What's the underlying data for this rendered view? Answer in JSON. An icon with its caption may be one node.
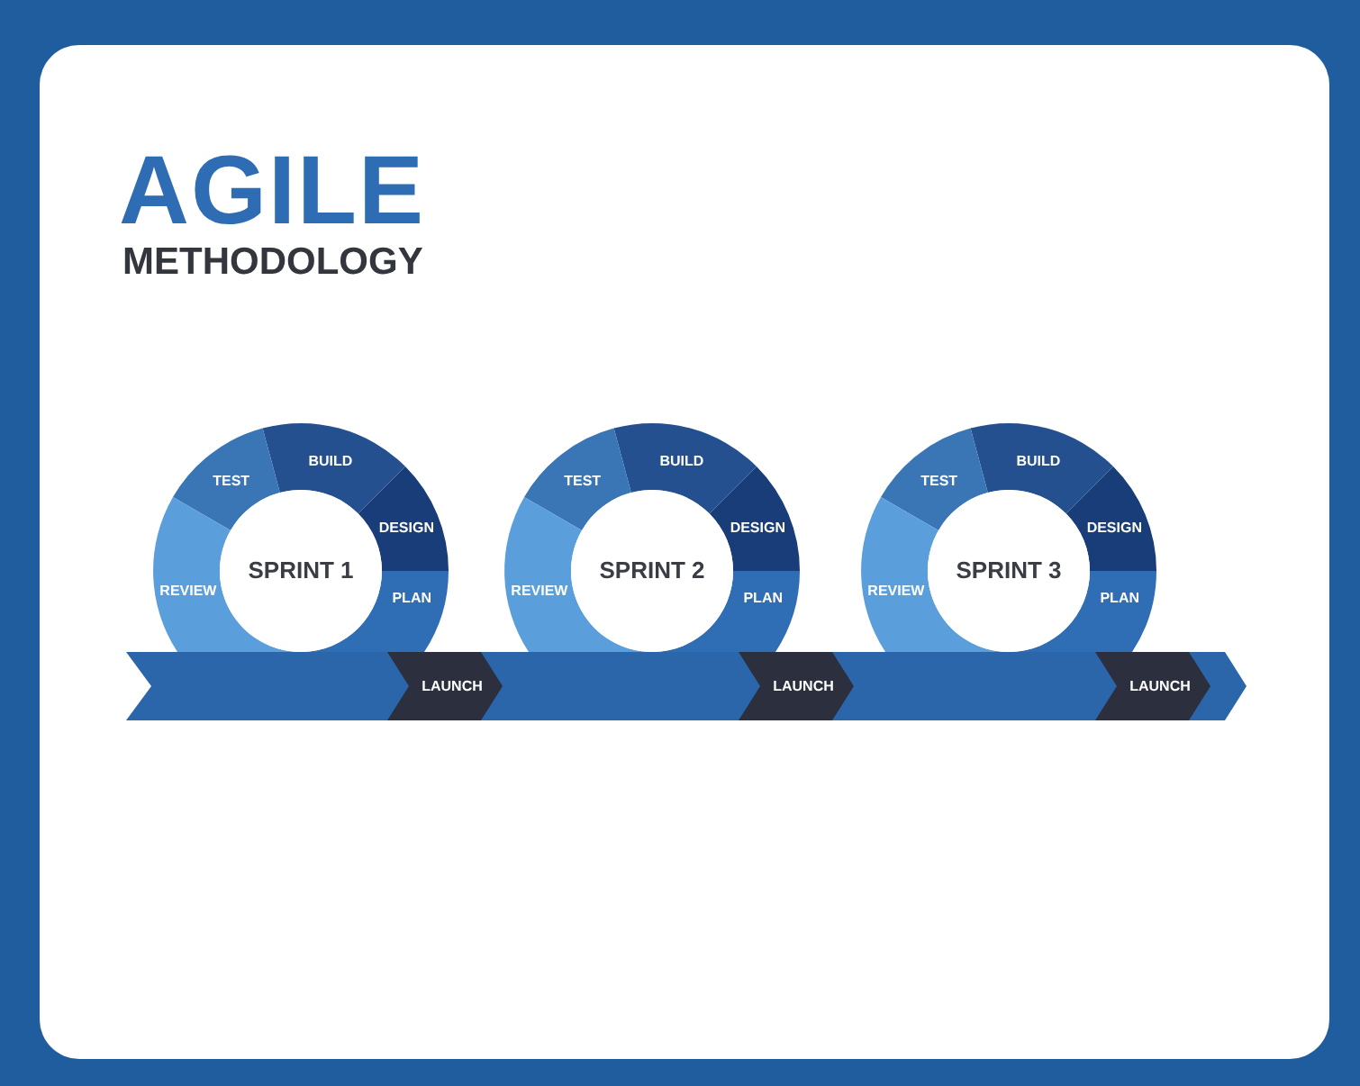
{
  "diagram": {
    "title": "AGILE",
    "nodes": [
      {
        "text": [
          "SPRINT 1"
        ]
      },
      {
        "text": [
          "PLAN"
        ]
      },
      {
        "text": [
          "DESIGN"
        ]
      },
      {
        "text": [
          "BUILD"
        ]
      },
      {
        "text": [
          "TEST"
        ]
      },
      {
        "text": [
          "REVIEW"
        ]
      },
      {
        "text": [
          "LAUNCH"
        ]
      },
      {
        "text": [
          "SPRINT 2"
        ]
      },
      {
        "text": [
          "PLAN"
        ]
      },
      {
        "text": [
          "DESIGN"
        ]
      },
      {
        "text": [
          "BUILD"
        ]
      },
      {
        "text": [
          "TEST"
        ]
      },
      {
        "text": [
          "REVIEW"
        ]
      },
      {
        "text": [
          "LAUNCH"
        ]
      },
      {
        "text": [
          "SPRINT 3"
        ]
      },
      {
        "text": [
          "PLAN"
        ]
      },
      {
        "text": [
          "DESIGN"
        ]
      },
      {
        "text": [
          "BUILD"
        ]
      },
      {
        "text": [
          "TEST"
        ]
      },
      {
        "text": [
          "REVIEW"
        ]
      },
      {
        "text": [
          "LAUNCH"
        ]
      }
    ],
    "labels": [
      "METHODOLOGY"
    ]
  }
}
